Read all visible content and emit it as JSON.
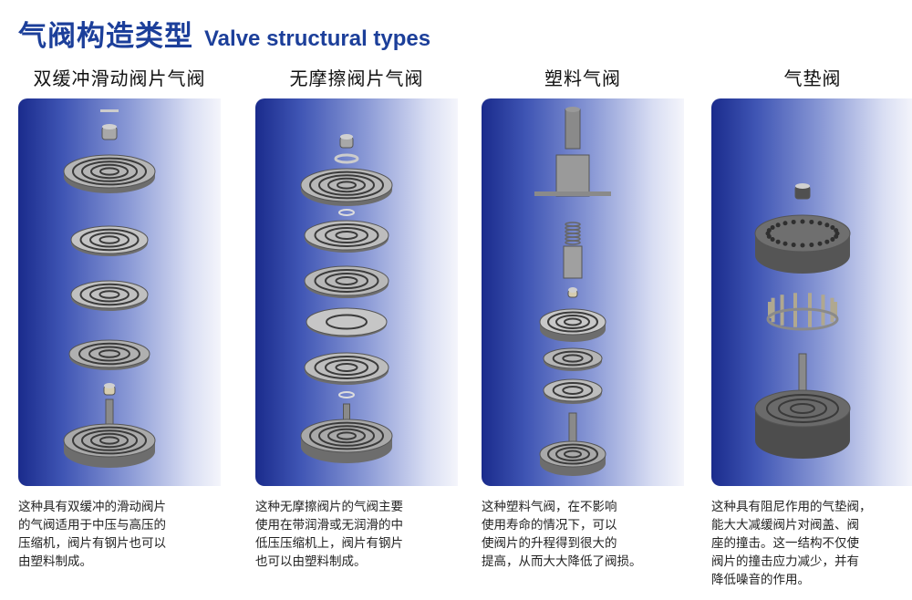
{
  "header": {
    "title_zh": "气阀构造类型",
    "title_en": "Valve structural types"
  },
  "columns": [
    {
      "heading": "双缓冲滑动阀片气阀",
      "desc": [
        "这种具有双缓冲的滑动阀片",
        "的气阀适用于中压与高压的",
        "压缩机，阀片有钢片也可以",
        "由塑料制成。"
      ]
    },
    {
      "heading": "无摩擦阀片气阀",
      "desc": [
        "这种无摩擦阀片的气阀主要",
        "使用在带润滑或无润滑的中",
        "低压压缩机上，阀片有钢片",
        "也可以由塑料制成。"
      ]
    },
    {
      "heading": "塑料气阀",
      "desc": [
        "这种塑料气阀，在不影响",
        "使用寿命的情况下，可以",
        "使阀片的升程得到很大的",
        "提高，从而大大降低了阀损。"
      ]
    },
    {
      "heading": "气垫阀",
      "desc": [
        "这种具有阻尼作用的气垫阀，",
        "能大大减缓阀片对阀盖、阀",
        "座的撞击。这一结构不仅使",
        "阀片的撞击应力减少，并有",
        "降低噪音的作用。"
      ]
    }
  ]
}
